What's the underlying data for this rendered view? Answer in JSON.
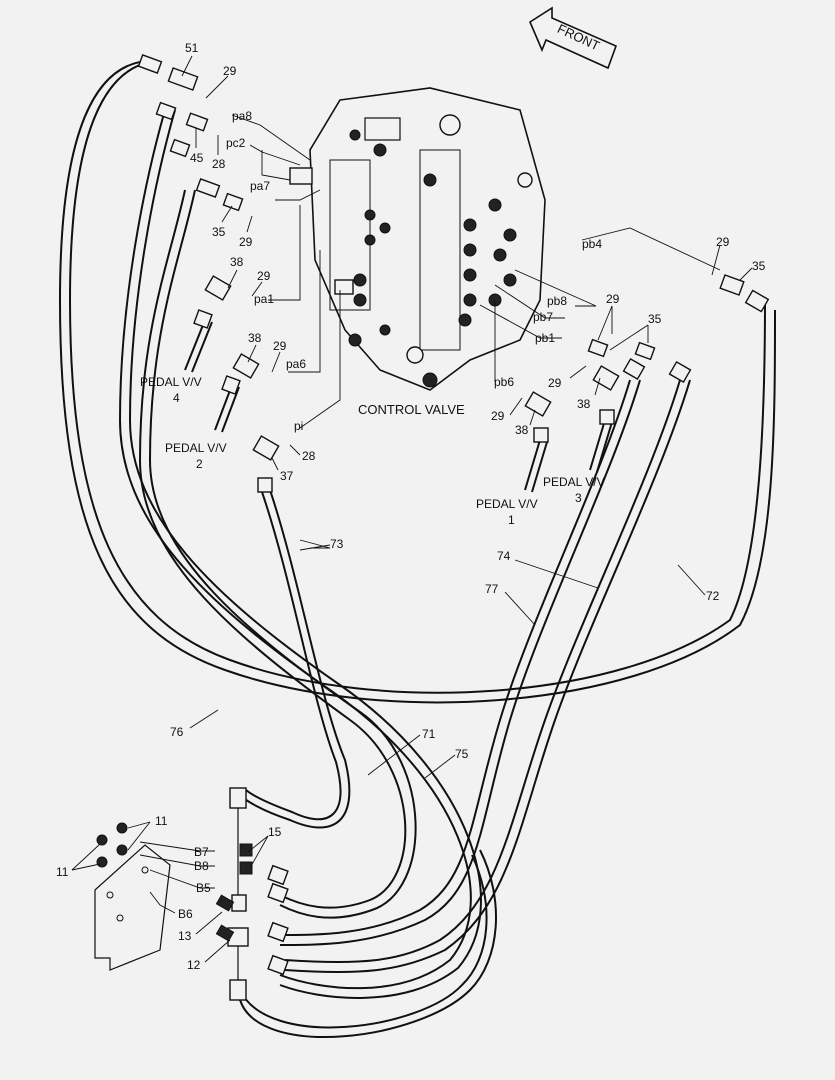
{
  "diagram": {
    "front_label": "FRONT",
    "control_valve_label": "CONTROL VALVE",
    "pedal_labels": {
      "pedal1_l1": "PEDAL V/V",
      "pedal1_l2": "1",
      "pedal2_l1": "PEDAL V/V",
      "pedal2_l2": "2",
      "pedal3_l1": "PEDAL V/V",
      "pedal3_l2": "3",
      "pedal4_l1": "PEDAL V/V",
      "pedal4_l2": "4"
    },
    "ports": {
      "pa8": "pa8",
      "pc2": "pc2",
      "pa7": "pa7",
      "pa1": "pa1",
      "pa6": "pa6",
      "pi": "pi",
      "pb4": "pb4",
      "pb8": "pb8",
      "pb7": "pb7",
      "pb1": "pb1",
      "pb6": "pb6",
      "B7": "B7",
      "B8": "B8",
      "B5": "B5",
      "B6": "B6"
    },
    "parts": {
      "p51": "51",
      "p29a": "29",
      "p45": "45",
      "p28a": "28",
      "p35a": "35",
      "p29b": "29",
      "p38a": "38",
      "p29c": "29",
      "p38b": "38",
      "p29d": "29",
      "p28b": "28",
      "p37": "37",
      "p29e": "29",
      "p35b": "35",
      "p29f": "29",
      "p35c": "35",
      "p29g": "29",
      "p38c": "38",
      "p29h": "29",
      "p38d": "38",
      "p73": "73",
      "p74": "74",
      "p77": "77",
      "p72": "72",
      "p76": "76",
      "p71": "71",
      "p75": "75",
      "p11a": "11",
      "p11b": "11",
      "p15": "15",
      "p13": "13",
      "p12": "12"
    }
  }
}
